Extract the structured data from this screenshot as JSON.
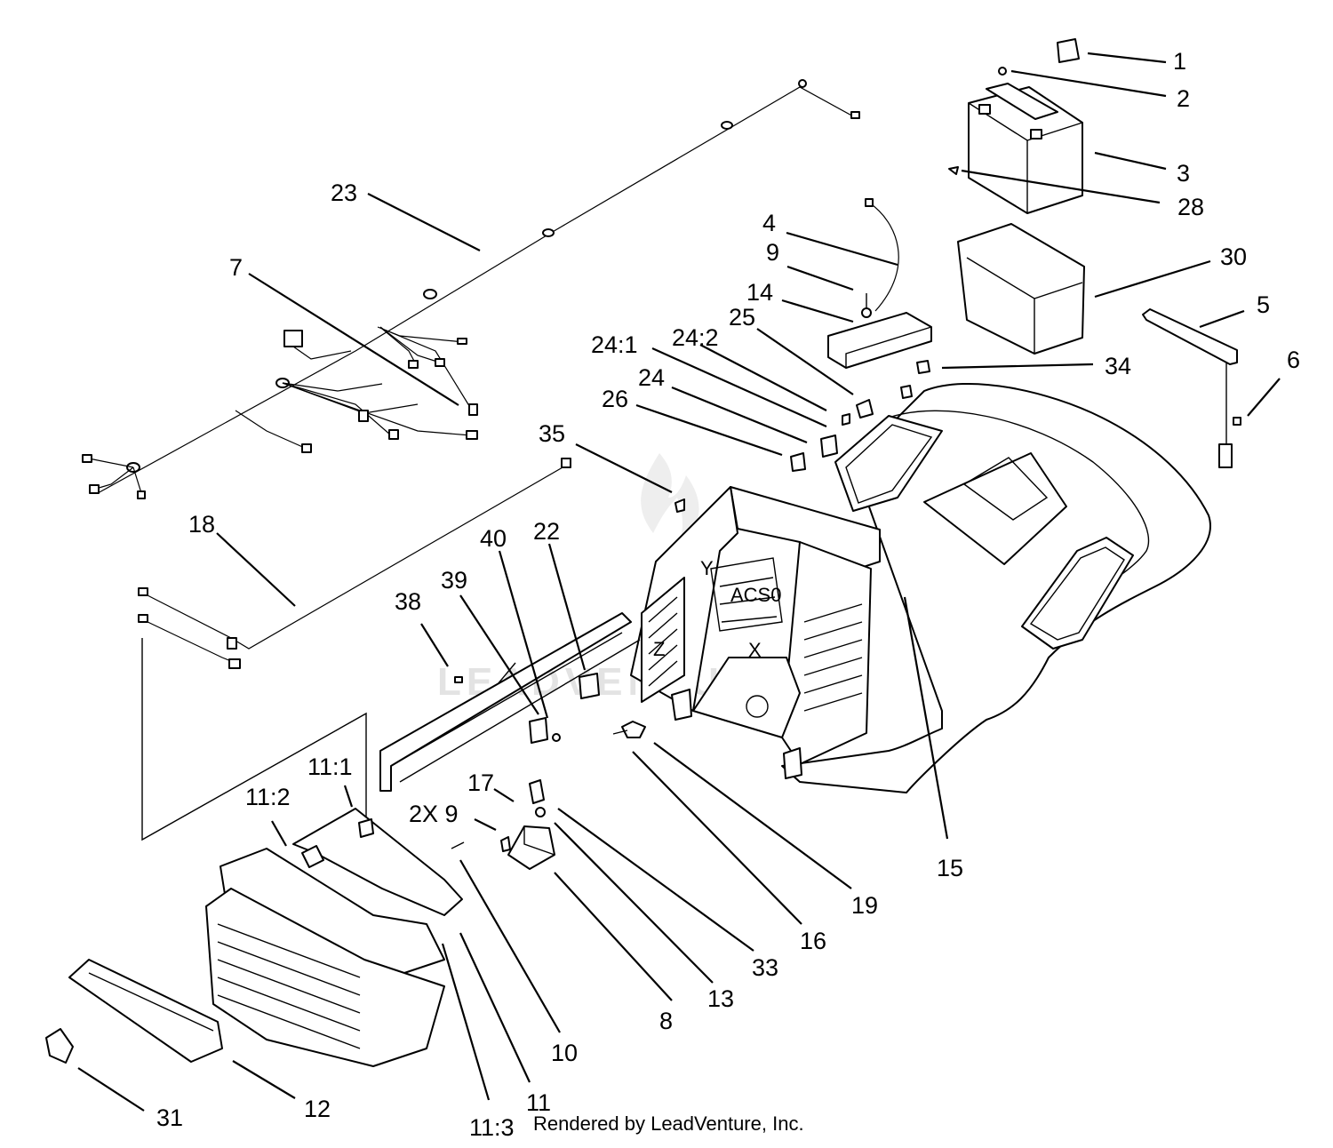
{
  "watermark": "LEADVENTURE",
  "credit": "Rendered by LeadVenture, Inc.",
  "view_letters": {
    "y": "Y",
    "z": "Z",
    "x": "X",
    "acso": "ACS0"
  },
  "callouts": {
    "c1": "1",
    "c2": "2",
    "c3": "3",
    "c28": "28",
    "c4": "4",
    "c9": "9",
    "c30": "30",
    "c5": "5",
    "c14": "14",
    "c25": "25",
    "c24_2": "24:2",
    "c24_1": "24:1",
    "c34": "34",
    "c6": "6",
    "c24": "24",
    "c26": "26",
    "c23": "23",
    "c7": "7",
    "c35": "35",
    "c18": "18",
    "c40": "40",
    "c22": "22",
    "c39": "39",
    "c38": "38",
    "c15": "15",
    "c11_1": "11:1",
    "c17": "17",
    "c11_2": "11:2",
    "c2x9": "2X 9",
    "c19": "19",
    "c16": "16",
    "c33": "33",
    "c13": "13",
    "c8": "8",
    "c10": "10",
    "c12": "12",
    "c11": "11",
    "c31": "31",
    "c11_3": "11:3"
  }
}
